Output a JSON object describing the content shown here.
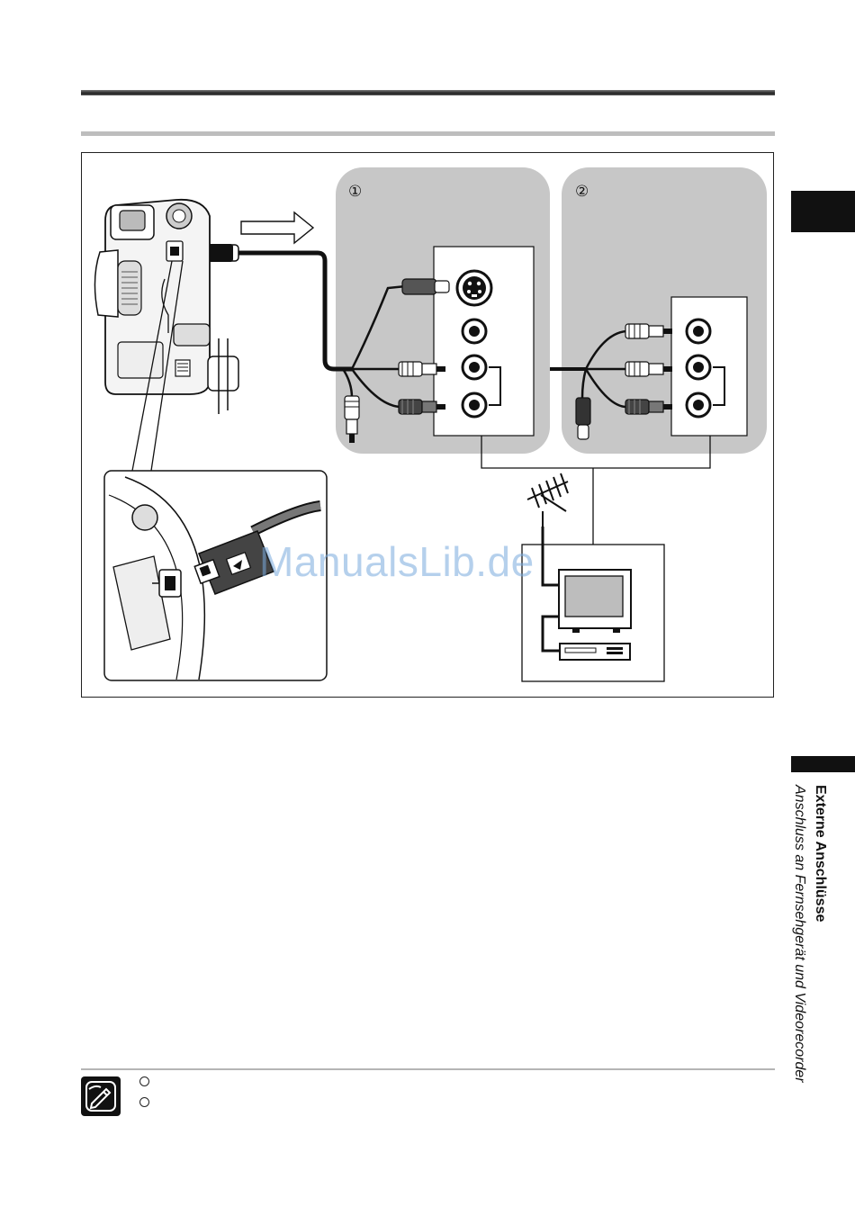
{
  "figure": {
    "markers": {
      "input_1": "①",
      "input_2": "②"
    }
  },
  "side_nav": {
    "section_title": "Externe Anschlüsse",
    "section_subtitle": "Anschluss an Fernsehgerät und Videorecorder"
  },
  "watermark": {
    "text": "ManualsLib.de"
  },
  "colors": {
    "panel_gray": "#c7c7c7",
    "ink": "#111111",
    "rule_gray": "#bdbdbd",
    "watermark": "#78aadc"
  },
  "icons": {
    "note": "pencil-note-icon"
  }
}
